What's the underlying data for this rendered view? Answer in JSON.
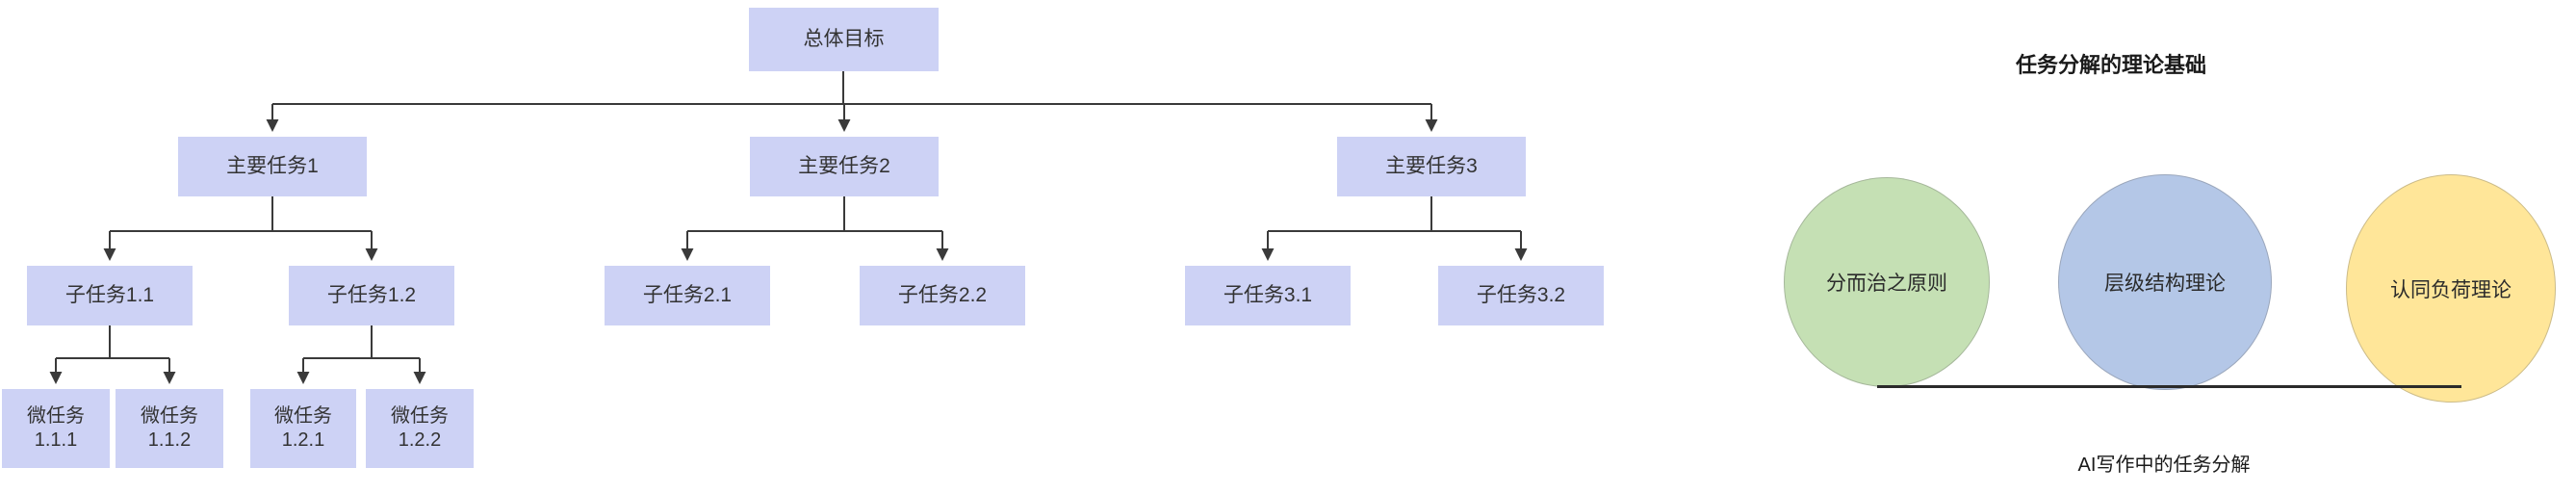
{
  "diagram": {
    "tree": {
      "node_fill": "#CDD2F5",
      "connector_color": "#3A3A3A",
      "nodes": [
        {
          "id": "root",
          "label": "总体目标"
        },
        {
          "id": "main-1",
          "label": "主要任务1"
        },
        {
          "id": "main-2",
          "label": "主要任务2"
        },
        {
          "id": "main-3",
          "label": "主要任务3"
        },
        {
          "id": "sub-1-1",
          "label": "子任务1.1"
        },
        {
          "id": "sub-1-2",
          "label": "子任务1.2"
        },
        {
          "id": "sub-2-1",
          "label": "子任务2.1"
        },
        {
          "id": "sub-2-2",
          "label": "子任务2.2"
        },
        {
          "id": "sub-3-1",
          "label": "子任务3.1"
        },
        {
          "id": "sub-3-2",
          "label": "子任务3.2"
        },
        {
          "id": "micro-1-1-1",
          "line1": "微任务",
          "line2": "1.1.1"
        },
        {
          "id": "micro-1-1-2",
          "line1": "微任务",
          "line2": "1.1.2"
        },
        {
          "id": "micro-1-2-1",
          "line1": "微任务",
          "line2": "1.2.1"
        },
        {
          "id": "micro-1-2-2",
          "line1": "微任务",
          "line2": "1.2.2"
        }
      ]
    },
    "theory": {
      "title": "任务分解的理论基础",
      "caption": "AI写作中的任务分解",
      "circles": [
        {
          "label": "分而治之原则",
          "fill": "#C5E0B4"
        },
        {
          "label": "层级结构理论",
          "fill": "#B4C7E7"
        },
        {
          "label": "认同负荷理论",
          "fill": "#FFE699"
        }
      ]
    }
  }
}
